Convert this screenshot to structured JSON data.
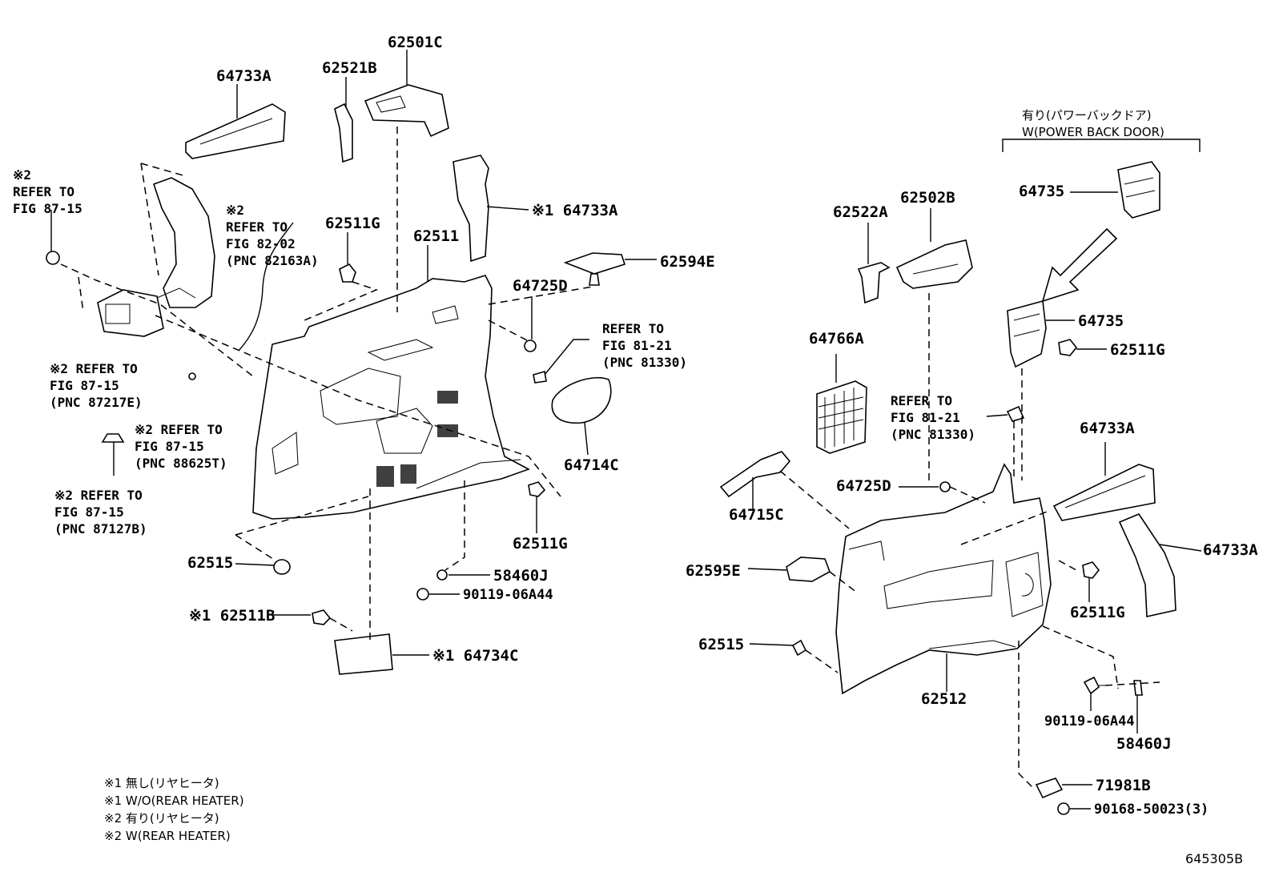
{
  "labels": {
    "p64733A_top": "64733A",
    "p62521B": "62521B",
    "p62501C": "62501C",
    "p62511G_a": "62511G",
    "p62511": "62511",
    "x1_64733A": "※1 64733A",
    "p62594E": "62594E",
    "p64725D_a": "64725D",
    "p64714C": "64714C",
    "p62511G_b": "62511G",
    "p62515_a": "62515",
    "p58460J_a": "58460J",
    "p90119_a": "90119-06A44",
    "x1_62511B": "※1 62511B",
    "x1_64734C": "※1 64734C",
    "p62522A": "62522A",
    "p62502B": "62502B",
    "p64735_a": "64735",
    "p64735_b": "64735",
    "p62511G_c": "62511G",
    "p64766A": "64766A",
    "p64733A_r1": "64733A",
    "p64725D_b": "64725D",
    "p64715C": "64715C",
    "p62595E": "62595E",
    "p64733A_r2": "64733A",
    "p62511G_d": "62511G",
    "p62515_b": "62515",
    "p62512": "62512",
    "p90119_b": "90119-06A44",
    "p58460J_b": "58460J",
    "p71981B": "71981B",
    "p90168": "90168-50023(3)"
  },
  "refs": {
    "r1": "※2\nREFER TO\nFIG 87-15",
    "r2": "※2\nREFER TO\nFIG 82-02\n(PNC 82163A)",
    "r3": "※2 REFER TO\nFIG 87-15\n(PNC 87217E)",
    "r4": "※2 REFER TO\nFIG 87-15\n(PNC 88625T)",
    "r5": "※2 REFER TO\nFIG 87-15\n(PNC 87127B)",
    "r6": "REFER TO\nFIG 81-21\n(PNC 81330)",
    "r7": "REFER TO\nFIG 81-21\n(PNC 81330)"
  },
  "bracket_note": "有り(パワーバックドア)\nW(POWER BACK DOOR)",
  "legend": [
    "※1 無し(リヤヒータ)",
    "※1 W/O(REAR HEATER)",
    "※2 有り(リヤヒータ)",
    "※2 W(REAR HEATER)"
  ],
  "figure_id": "645305B"
}
